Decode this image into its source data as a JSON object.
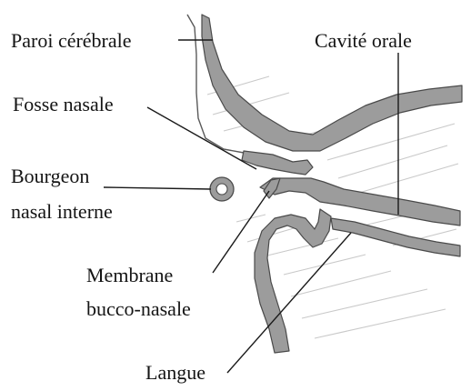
{
  "labels": {
    "paroi_cerebrale": "Paroi cérébrale",
    "cavite_orale": "Cavité orale",
    "fosse_nasale": "Fosse nasale",
    "bourgeon_line1": "Bourgeon",
    "bourgeon_line2": "nasal interne",
    "membrane_line1": "Membrane",
    "membrane_line2": "bucco-nasale",
    "langue": "Langue"
  },
  "colors": {
    "tissue_fill": "#9c9c9c",
    "tissue_edge": "#4a4a4a",
    "hatching": "#c8c8c8",
    "leader_lines": "#1a1a1a",
    "text": "#141414",
    "background": "#ffffff"
  }
}
